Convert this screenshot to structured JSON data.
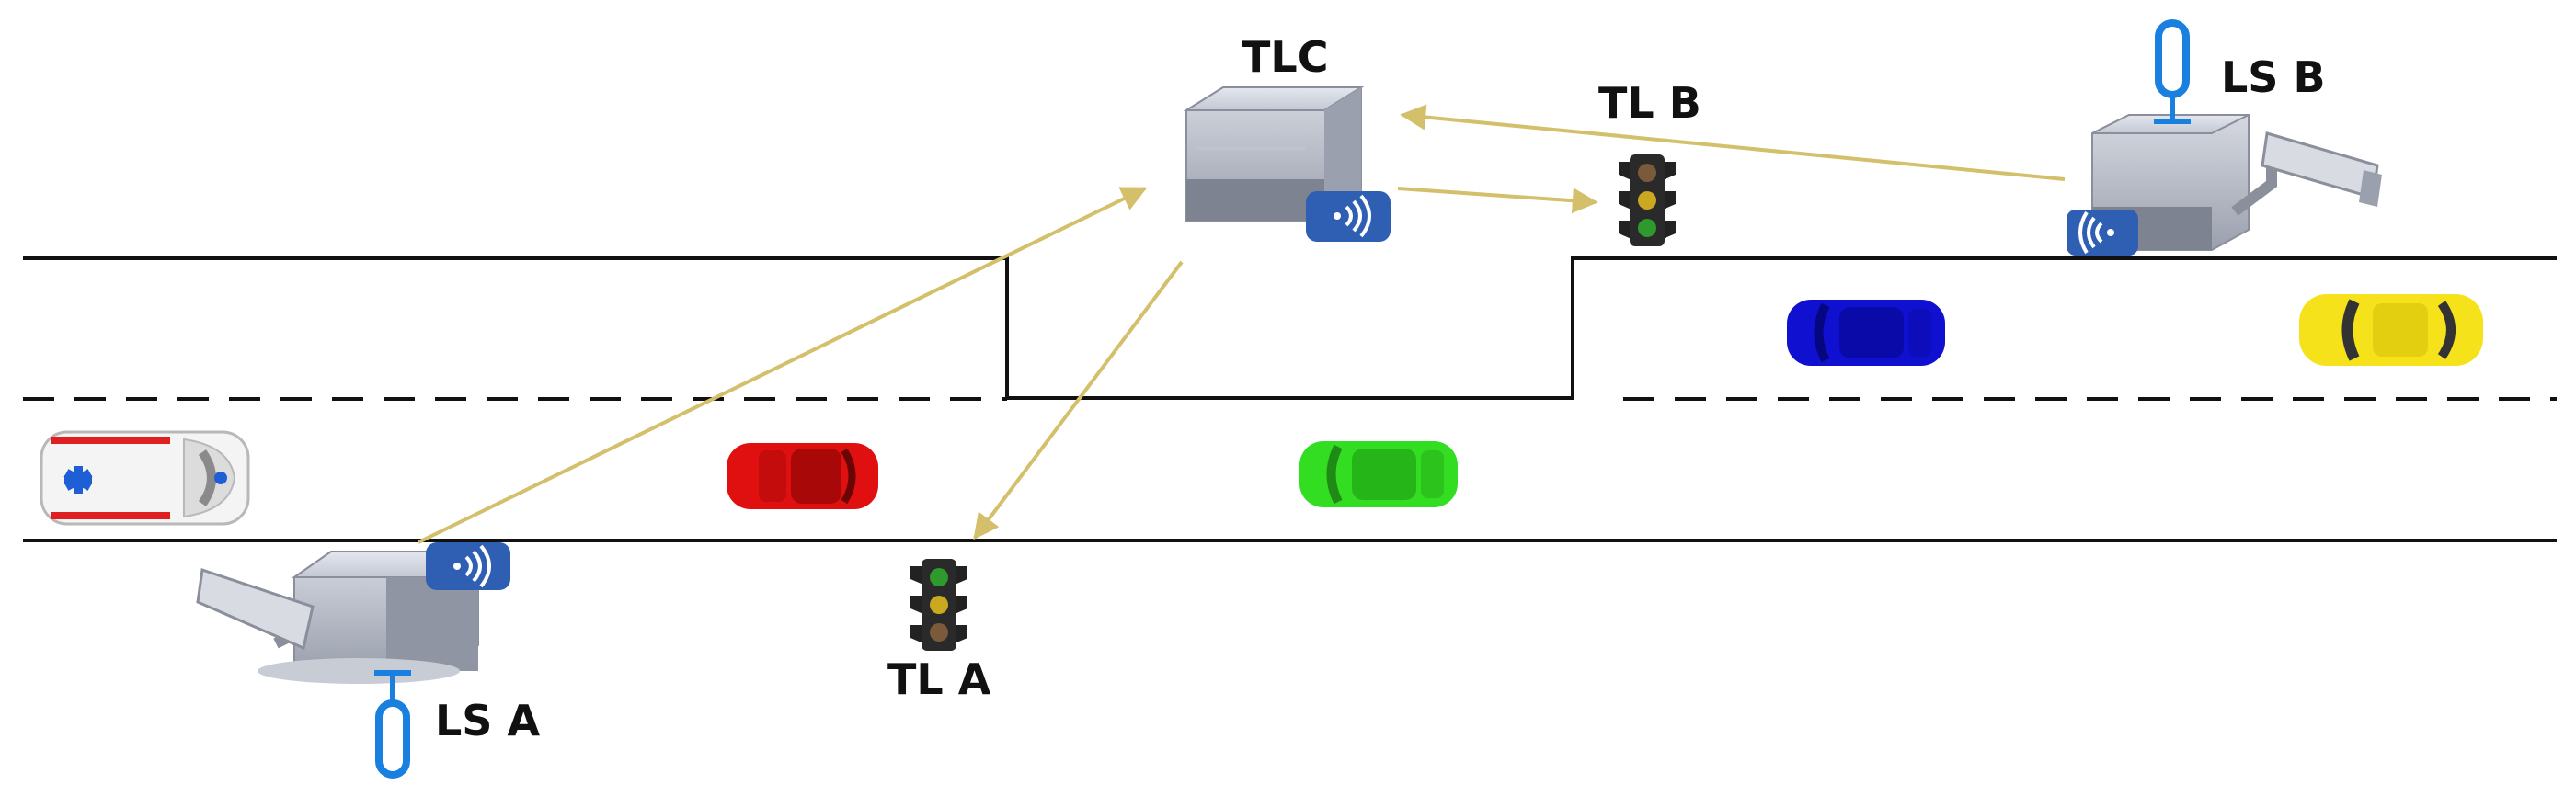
{
  "labels": {
    "tlc": "TLC",
    "tl_b": "TL B",
    "ls_b": "LS B",
    "tl_a": "TL A",
    "ls_a": "LS A"
  },
  "colors": {
    "road_line": "#111111",
    "arrow": "#d4bf6a",
    "car_red": "#e01010",
    "car_green": "#33dd22",
    "car_blue": "#1010d0",
    "car_yellow": "#f5e21a",
    "wireless_badge": "#2f5fb3",
    "loop_sensor": "#1a80e0",
    "device_body": "#cfd3dc"
  },
  "icons": {
    "controller": "server-box-icon",
    "wireless": "wireless-signal-icon",
    "traffic_light": "traffic-light-icon",
    "loop_sensor": "loop-sensor-icon",
    "camera": "camera-icon",
    "ambulance": "ambulance-icon"
  },
  "vehicles": [
    "ambulance",
    "red car",
    "green car",
    "blue car",
    "yellow car"
  ]
}
